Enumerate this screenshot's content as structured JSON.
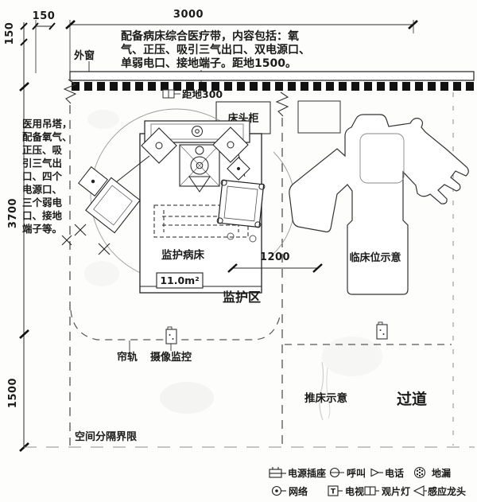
{
  "drawing": {
    "dims": {
      "offset_h": "150",
      "offset_v": "150",
      "width_top": "3000",
      "height_main": "3700",
      "height_lower": "1500",
      "bed_spacing": "1200"
    },
    "notes": {
      "band_line1": "配备病床综合医疗带，内容包括：氧",
      "band_line2": "气、正压、吸引三气出口、双电源口、",
      "band_line3": "单弱电口、接地端子。距地1500。",
      "pendant_lines": [
        "医用吊塔，",
        "配备氧气、",
        "正压、吸",
        "引三气出",
        "口、四个",
        "电源口、",
        "三个弱电",
        "口、接地",
        "端子等。"
      ],
      "socket_height": "距地300"
    },
    "labels": {
      "window": "外窗",
      "cabinet": "床头柜",
      "bed": "监护病床",
      "area": "11.0m²",
      "zone": "监护区",
      "adjacent": "临床位示意",
      "curtain": "帘轨",
      "camera": "摄像监控",
      "stretcher": "推床示意",
      "corridor": "过道",
      "boundary": "空间分隔界限"
    }
  },
  "legend": {
    "tv_letter": "T",
    "items": [
      {
        "name": "power-socket",
        "label": "电源插座"
      },
      {
        "name": "call",
        "label": "呼叫"
      },
      {
        "name": "phone",
        "label": "电话"
      },
      {
        "name": "floor-drain",
        "label": "地漏"
      },
      {
        "name": "network",
        "label": "网络"
      },
      {
        "name": "tv",
        "label": "电视"
      },
      {
        "name": "film-light",
        "label": "观片灯"
      },
      {
        "name": "sensor-faucet",
        "label": "感应龙头"
      }
    ]
  }
}
